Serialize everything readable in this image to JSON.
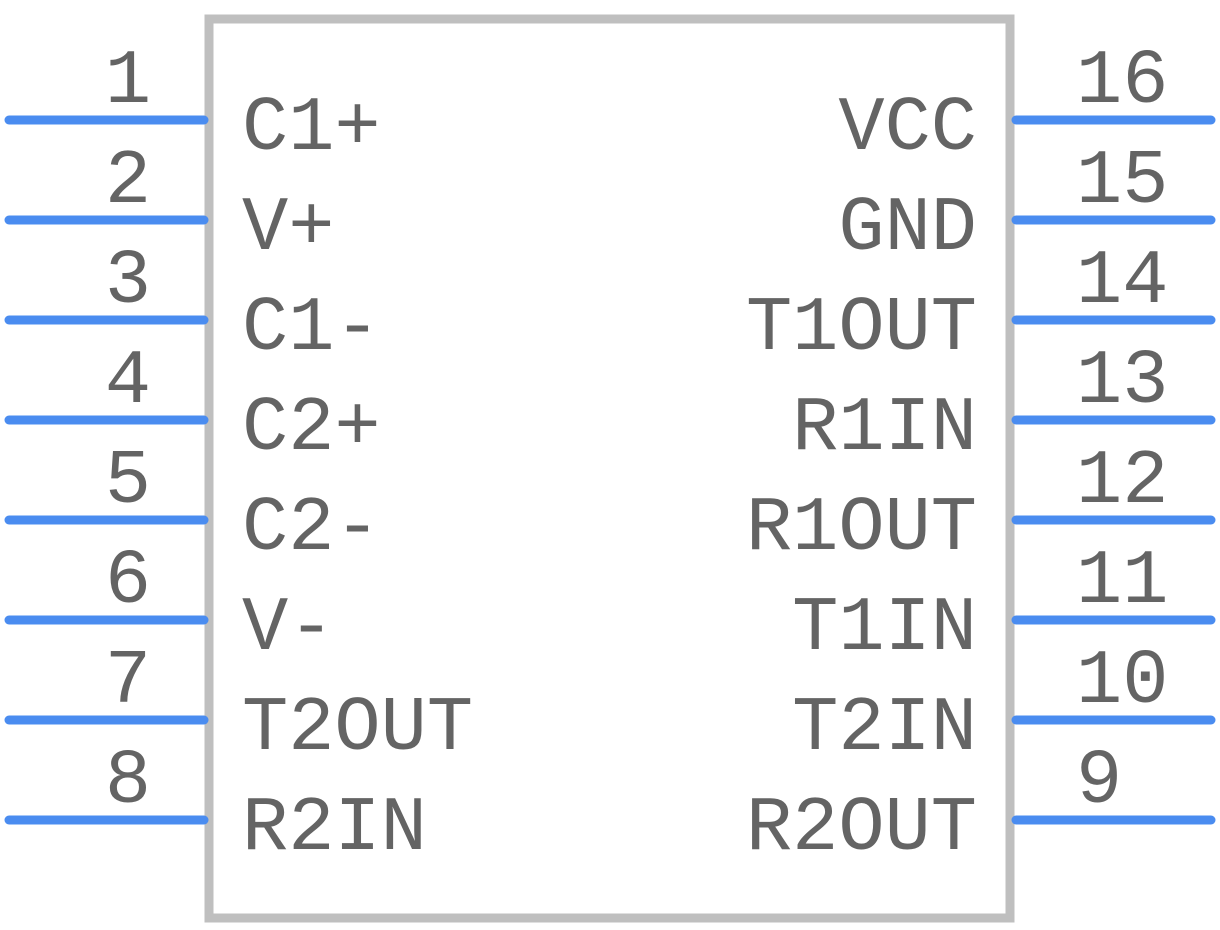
{
  "colors": {
    "pin_line": "#4A8CF0",
    "body_outline": "#BFBFBF",
    "text": "#646464",
    "background": "#FFFFFF"
  },
  "left_pins": [
    {
      "number": "1",
      "name": "C1+"
    },
    {
      "number": "2",
      "name": "V+"
    },
    {
      "number": "3",
      "name": "C1-"
    },
    {
      "number": "4",
      "name": "C2+"
    },
    {
      "number": "5",
      "name": "C2-"
    },
    {
      "number": "6",
      "name": "V-"
    },
    {
      "number": "7",
      "name": "T2OUT"
    },
    {
      "number": "8",
      "name": "R2IN"
    }
  ],
  "right_pins": [
    {
      "number": "16",
      "name": "VCC"
    },
    {
      "number": "15",
      "name": "GND"
    },
    {
      "number": "14",
      "name": "T1OUT"
    },
    {
      "number": "13",
      "name": "R1IN"
    },
    {
      "number": "12",
      "name": "R1OUT"
    },
    {
      "number": "11",
      "name": "T1IN"
    },
    {
      "number": "10",
      "name": "T2IN"
    },
    {
      "number": "9",
      "name": "R2OUT"
    }
  ]
}
